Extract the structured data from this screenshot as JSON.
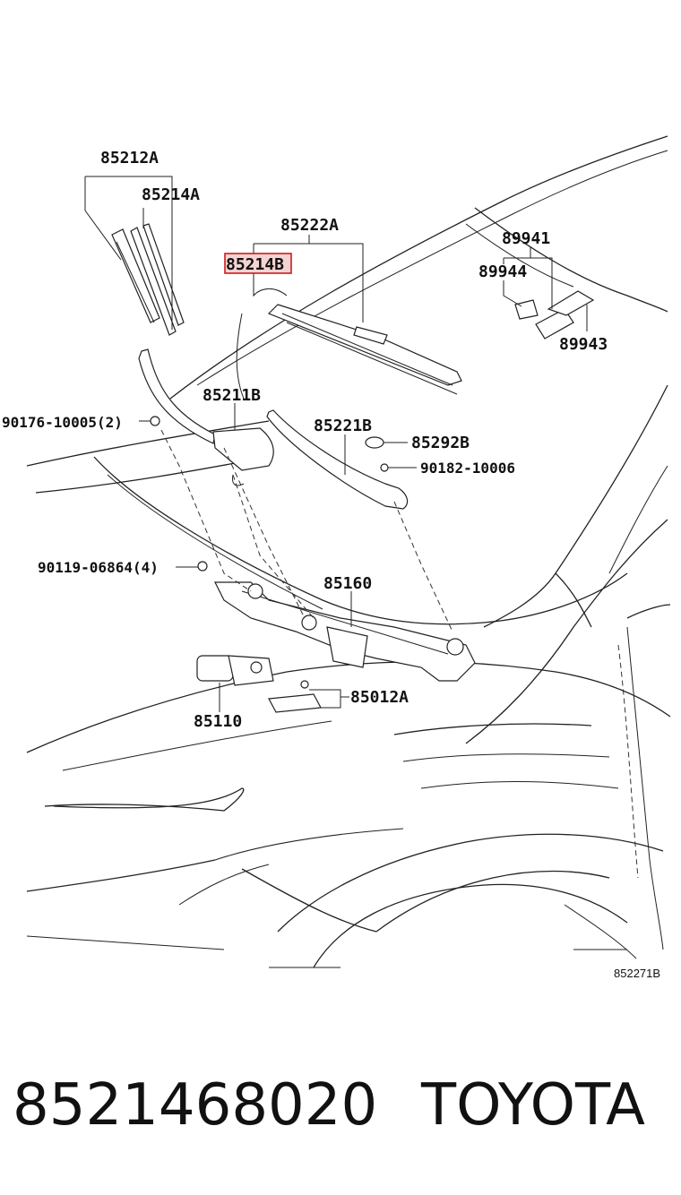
{
  "diagram": {
    "callouts": [
      {
        "id": "85212A",
        "text": "85212A"
      },
      {
        "id": "85214A",
        "text": "85214A"
      },
      {
        "id": "85222A",
        "text": "85222A"
      },
      {
        "id": "85214B",
        "text": "85214B",
        "highlighted": true,
        "highlight_color": "#d21a1a"
      },
      {
        "id": "89941",
        "text": "89941"
      },
      {
        "id": "89944",
        "text": "89944"
      },
      {
        "id": "89943",
        "text": "89943"
      },
      {
        "id": "90176",
        "text": "90176-10005(2)"
      },
      {
        "id": "85211B",
        "text": "85211B"
      },
      {
        "id": "85221B",
        "text": "85221B"
      },
      {
        "id": "85292B",
        "text": "85292B"
      },
      {
        "id": "90182",
        "text": "90182-10006"
      },
      {
        "id": "90119",
        "text": "90119-06864(4)"
      },
      {
        "id": "85160",
        "text": "85160"
      },
      {
        "id": "85012A",
        "text": "85012A"
      },
      {
        "id": "85110",
        "text": "85110"
      }
    ],
    "figure_code": "852271B"
  },
  "footer": {
    "part_number": "8521468020",
    "brand": "TOYOTA"
  }
}
